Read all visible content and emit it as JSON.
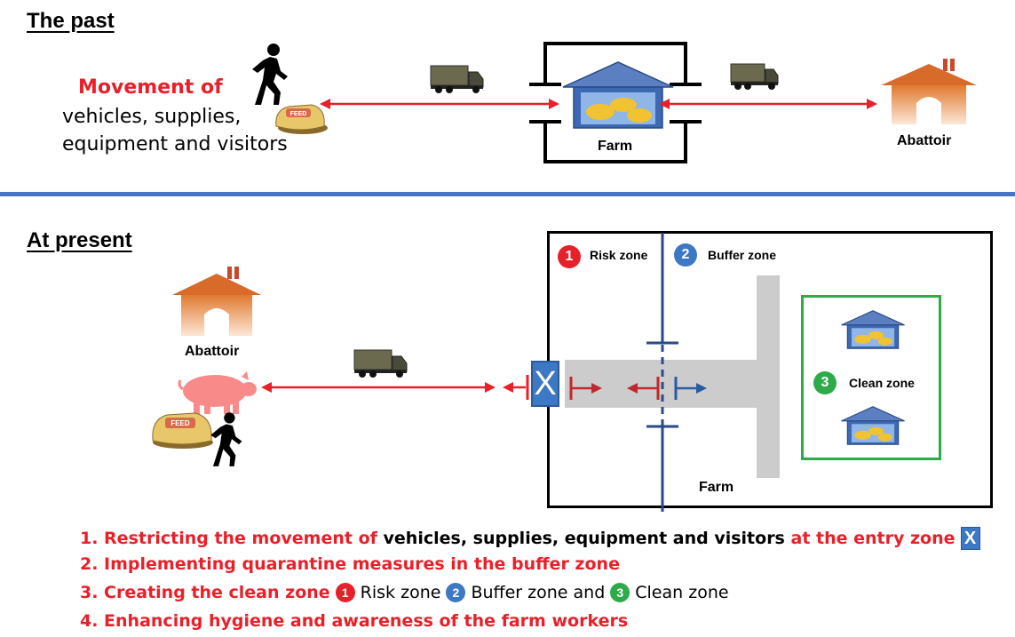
{
  "past": {
    "title": "The past",
    "movement_red": "Movement of",
    "movement_line2": "vehicles, supplies,",
    "movement_line3": "equipment and visitors",
    "farm_label": "Farm",
    "abattoir_label": "Abattoir",
    "feed_text": "FEED"
  },
  "present": {
    "title": "At present",
    "abattoir_label": "Abattoir",
    "farm_label": "Farm",
    "entry_mark": "X",
    "zones": [
      {
        "num": "1",
        "label": "Risk zone",
        "color": "#e8202a"
      },
      {
        "num": "2",
        "label": "Buffer zone",
        "color": "#3c78c3"
      },
      {
        "num": "3",
        "label": "Clean zone",
        "color": "#2eaa4a"
      }
    ],
    "feed_text": "FEED"
  },
  "measures": {
    "item1_a": "1. Restricting the movement of",
    "item1_b": "vehicles, supplies, equipment and visitors",
    "item1_c": "at the entry zone",
    "item1_mark": "X",
    "item2": "2. Implementing quarantine measures in the buffer zone",
    "item3_a": "3. Creating the clean zone",
    "item3_zone1": "Risk zone",
    "item3_zone2": "Buffer zone and",
    "item3_zone3": "Clean zone",
    "item4": "4. Enhancing hygiene and awareness of the farm workers"
  },
  "colors": {
    "red": "#e8202a",
    "blue": "#3c78c3",
    "green": "#2eaa4a",
    "divider": "#4472c4",
    "path_gray": "#cccccc"
  }
}
